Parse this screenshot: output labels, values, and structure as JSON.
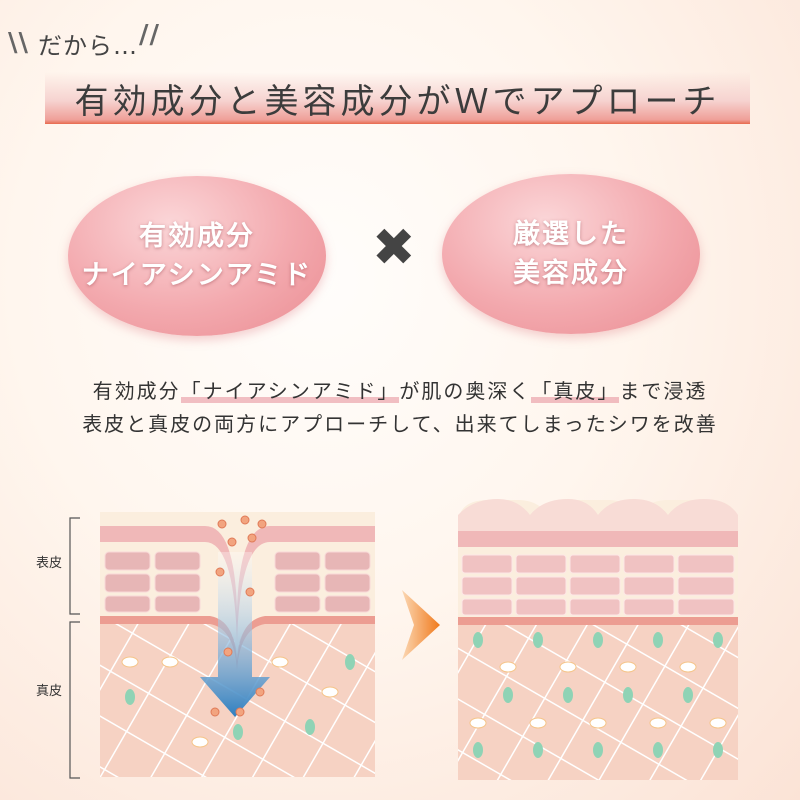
{
  "kicker": "だから…",
  "title": "有効成分と美容成分がＷでアプローチ",
  "bubble_left": {
    "line1": "有効成分",
    "line2": "ナイアシンアミド"
  },
  "times_symbol": "✖",
  "bubble_right": {
    "line1": "厳選した",
    "line2": "美容成分"
  },
  "description": {
    "line1_a": "有効成分",
    "line1_b": "「ナイアシンアミド」",
    "line1_c": "が肌の奥深く",
    "line1_d": "「真皮」",
    "line1_e": "まで浸透",
    "line2": "表皮と真皮の両方にアプローチして、出来てしまったシワを改善"
  },
  "diagram": {
    "label_epidermis": "表皮",
    "label_dermis": "真皮"
  },
  "colors": {
    "accent": "#e86a4d",
    "bubble": "#f3a9ae",
    "arrow": "#f08a2a"
  }
}
